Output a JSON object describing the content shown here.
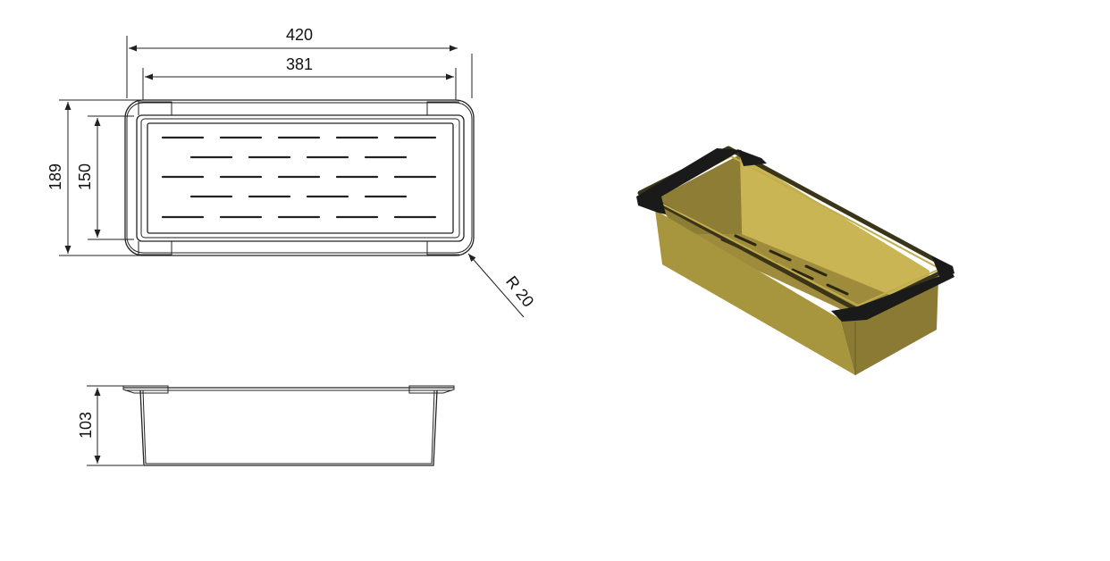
{
  "drawing": {
    "top_view": {
      "overall_length": "420",
      "inner_length": "381",
      "overall_width": "189",
      "inner_width": "150",
      "corner_radius": "R 20"
    },
    "side_view": {
      "height": "103"
    }
  },
  "colors": {
    "line": "#222222",
    "basket_body": "#a8963f",
    "basket_dark": "#7e7030",
    "basket_inner": "#b9a54a",
    "corner_caps": "#1a1a1a"
  }
}
